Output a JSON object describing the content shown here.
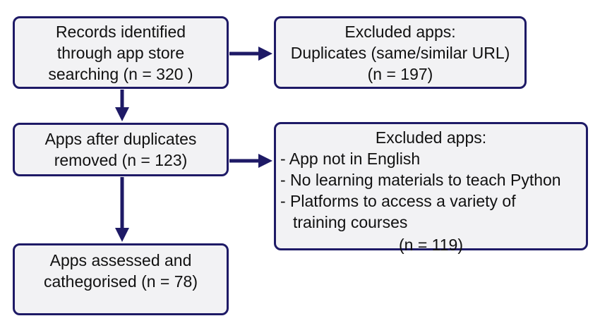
{
  "flow": {
    "records": {
      "lines": [
        "Records identified",
        "through app store",
        "searching (n = 320 )"
      ]
    },
    "after_duplicates": {
      "lines": [
        "Apps after duplicates",
        "removed (n = 123)"
      ]
    },
    "assessed": {
      "lines": [
        "Apps assessed and",
        "cathegorised (n = 78)"
      ]
    },
    "excluded_1": {
      "heading": "Excluded apps:",
      "reason": "Duplicates (same/similar URL)",
      "count": "(n = 197)"
    },
    "excluded_2": {
      "heading": "Excluded apps:",
      "items": [
        "- App not in English",
        "- No learning materials to teach Python",
        "- Platforms to access a variety of"
      ],
      "item_continuation": "training courses",
      "count": "(n = 119)"
    }
  },
  "colors": {
    "arrow": "#1e1a66",
    "border": "#1e1a66",
    "box_fill": "#f2f2f4"
  }
}
